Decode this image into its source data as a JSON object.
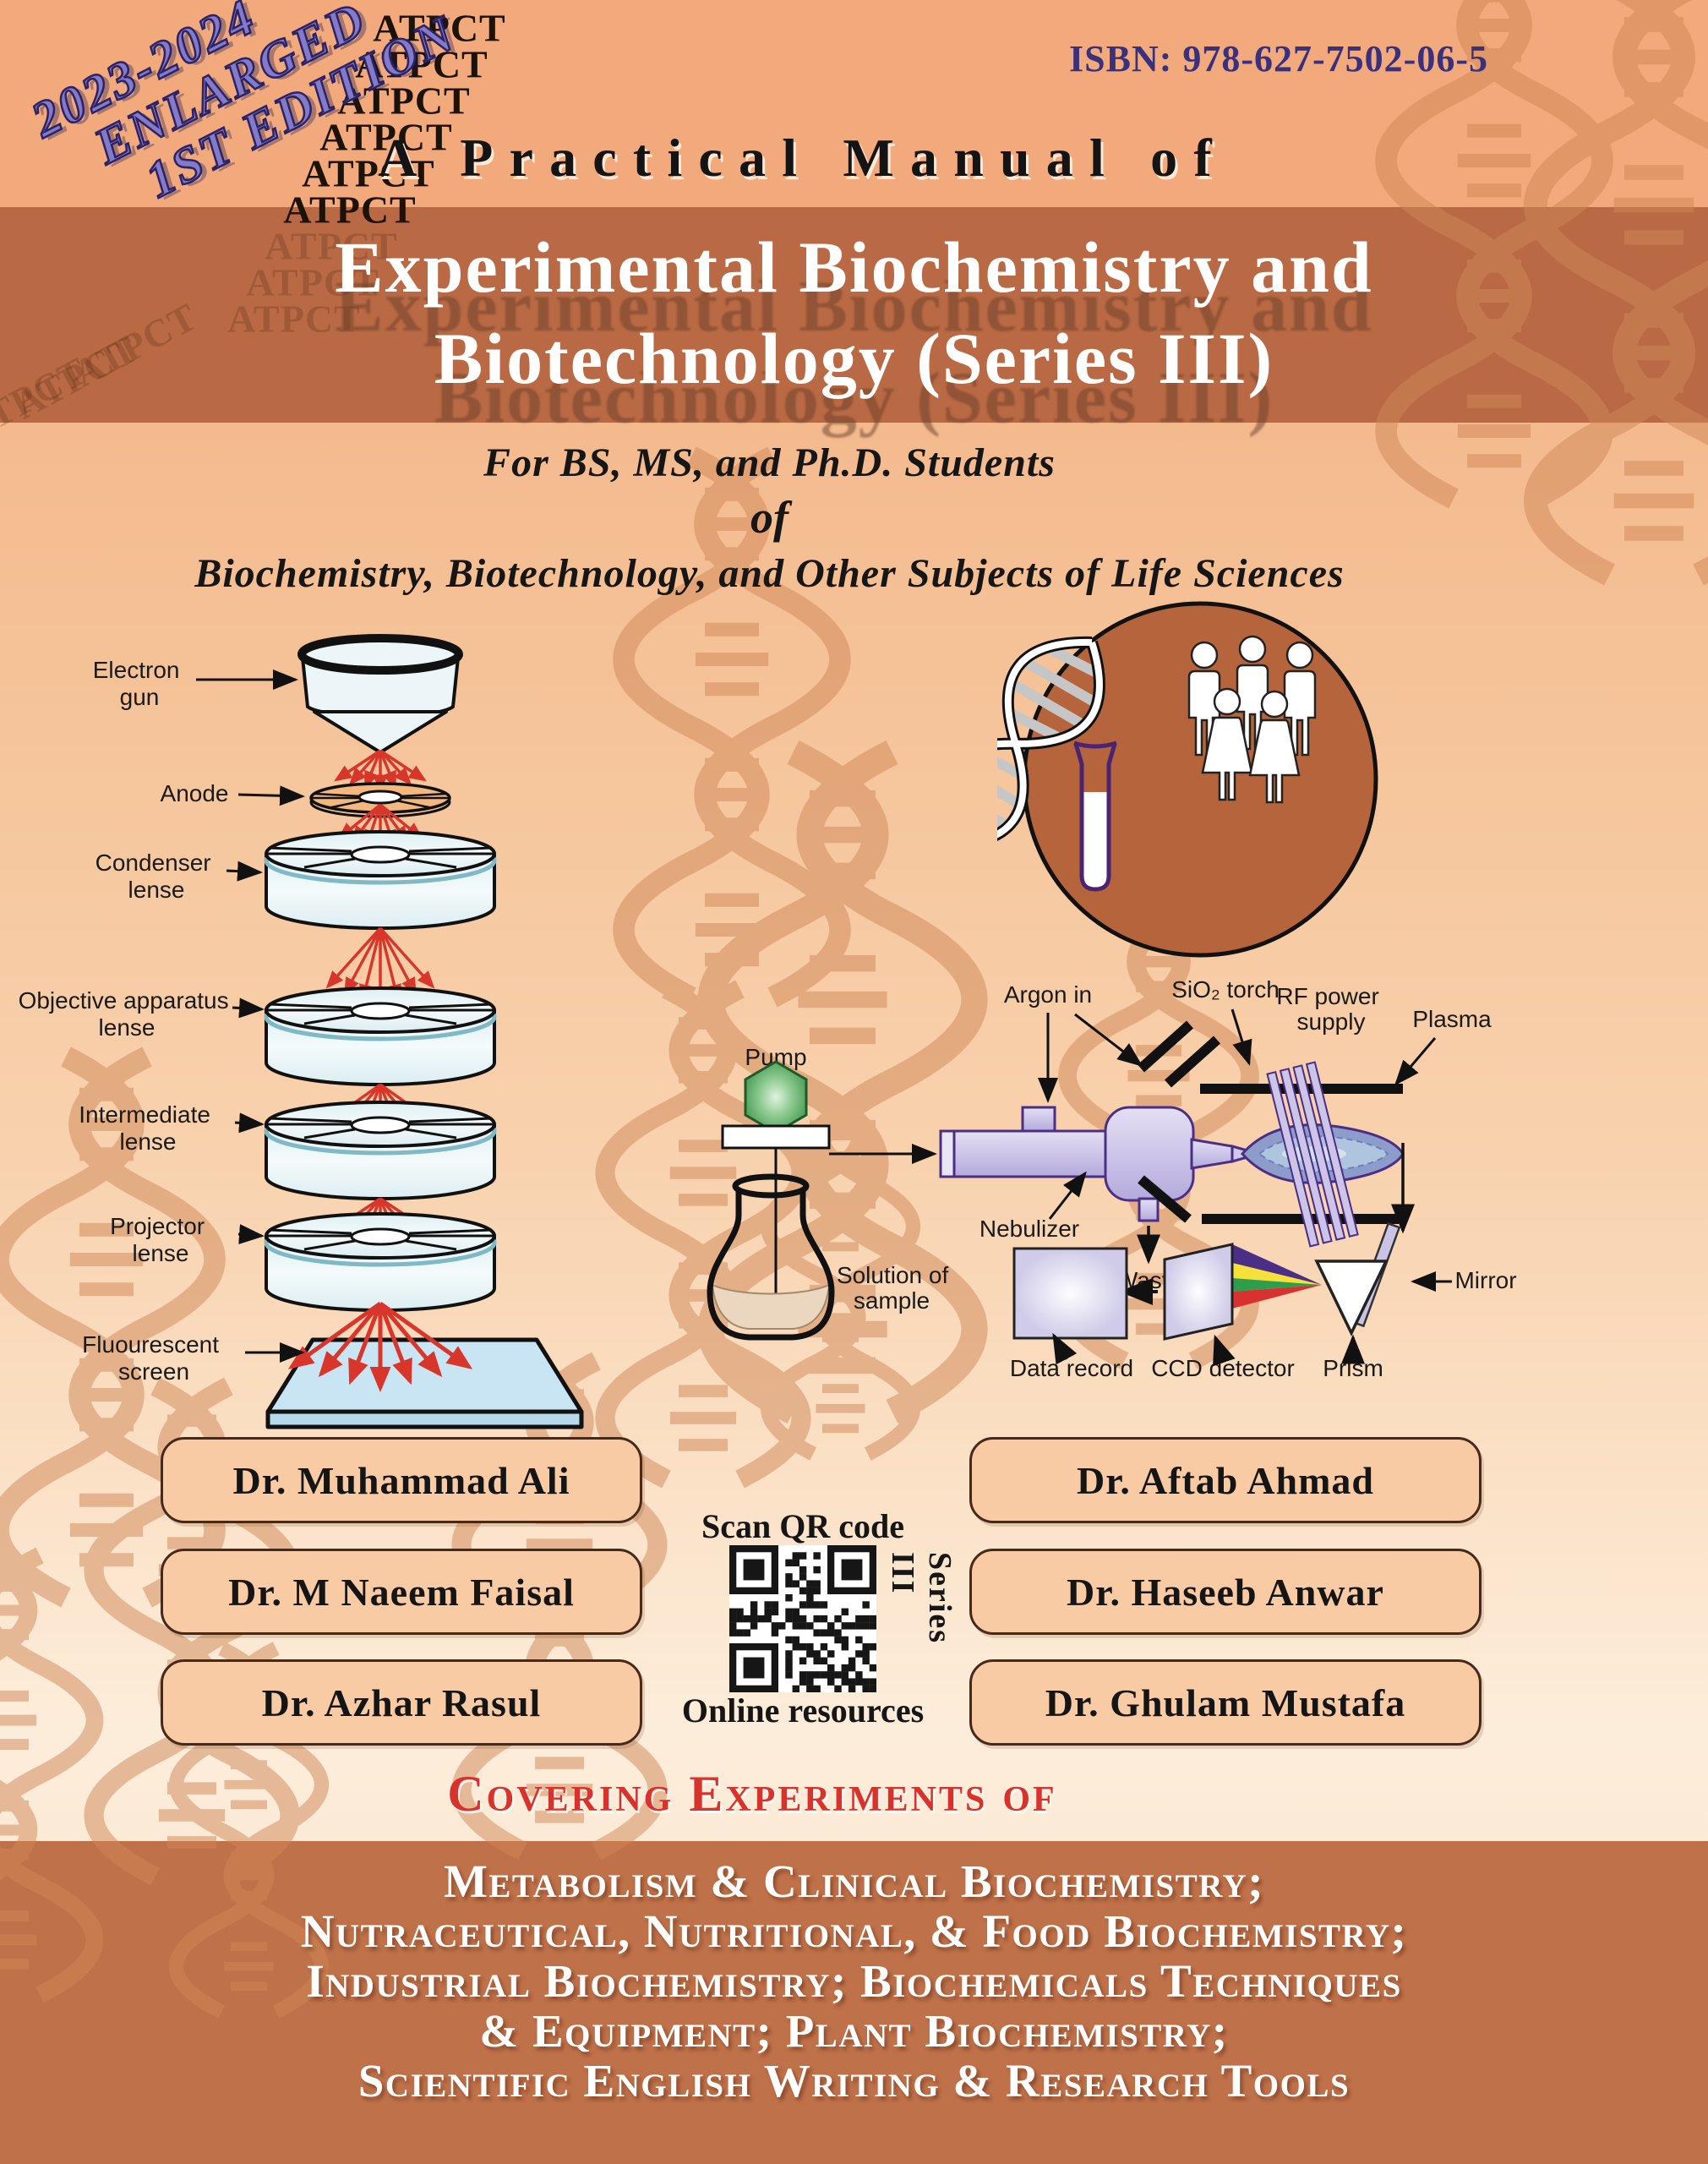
{
  "top": {
    "isbn": "ISBN: 978-627-7502-06-5",
    "edition_lines": [
      "2023-2024",
      "ENLARGED",
      "1ST EDITION"
    ],
    "brand_word": "ATPCT",
    "pretitle": "A Practical Manual of"
  },
  "title": {
    "line1": "Experimental Biochemistry and",
    "line2": "Biotechnology (Series III)"
  },
  "subtitle": {
    "line1": "For BS, MS, and Ph.D. Students",
    "connector": "of",
    "line2": "Biochemistry, Biotechnology, and Other Subjects of Life Sciences"
  },
  "em_diagram": {
    "labels": [
      {
        "l1": "Electron",
        "l2": "gun"
      },
      {
        "l1": "Anode",
        "l2": ""
      },
      {
        "l1": "Condenser",
        "l2": "lense"
      },
      {
        "l1": "Objective apparatus",
        "l2": "lense"
      },
      {
        "l1": "Intermediate",
        "l2": "lense"
      },
      {
        "l1": "Projector",
        "l2": "lense"
      },
      {
        "l1": "Fluourescent",
        "l2": "screen"
      }
    ]
  },
  "icp_diagram": {
    "pump": "Pump",
    "argon": "Argon in",
    "torch": "SiO₂ torch",
    "rf1": "RF power",
    "rf2": "supply",
    "plasma": "Plasma",
    "nebulizer": "Nebulizer",
    "waste": "Waste",
    "solution1": "Solution of",
    "solution2": "sample",
    "data_record": "Data record",
    "ccd": "CCD detector",
    "prism": "Prism",
    "mirror": "Mirror"
  },
  "authors": {
    "left": [
      "Dr. Muhammad Ali",
      "Dr. M Naeem Faisal",
      "Dr. Azhar Rasul"
    ],
    "right": [
      "Dr. Aftab Ahmad",
      "Dr. Haseeb Anwar",
      "Dr. Ghulam Mustafa"
    ]
  },
  "qr": {
    "above": "Scan QR code",
    "below": "Online resources",
    "side": "Series III"
  },
  "footer": {
    "heading": "Covering Experiments of",
    "lines": [
      "Metabolism & Clinical Biochemistry;",
      "Nutraceutical, Nutritional, & Food Biochemistry;",
      "Industrial Biochemistry; Biochemicals Techniques",
      "& Equipment; Plant Biochemistry;",
      "Scientific English Writing & Research Tools"
    ]
  },
  "colors": {
    "band_top": "#F2A97B",
    "band_title": "#B96A44",
    "band_bottom": "#BF7149",
    "accent_red": "#D8322C",
    "isbn_purple": "#39307E",
    "edition_purple": "#837AC8",
    "beam_red": "#D8352B",
    "nebulizer_purple": "#4B2E86",
    "circle_terracotta": "#B5643C"
  }
}
